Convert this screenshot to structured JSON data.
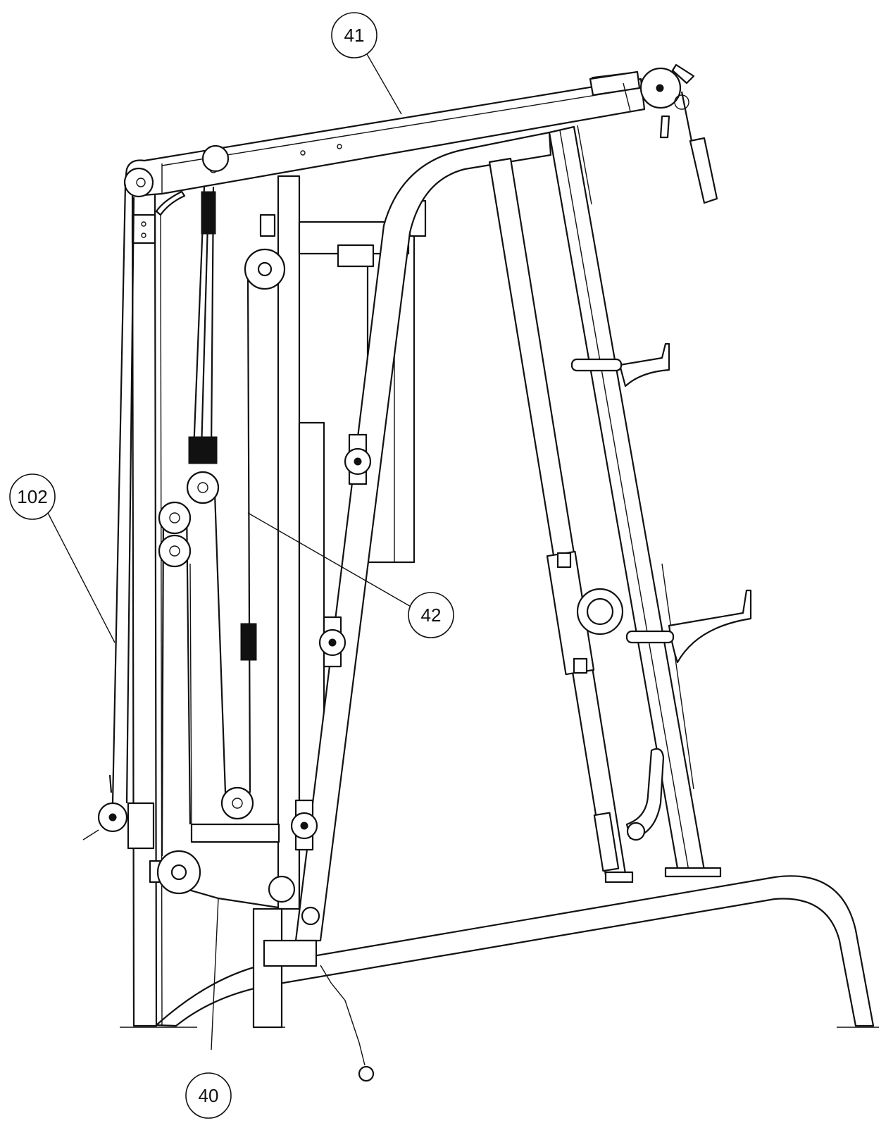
{
  "diagram": {
    "colors": {
      "line": "#111111",
      "background": "#ffffff"
    },
    "callouts": [
      {
        "id": "41",
        "label": "41",
        "part": "top-boom"
      },
      {
        "id": "102",
        "label": "102",
        "part": "cable-102"
      },
      {
        "id": "42",
        "label": "42",
        "part": "cable-42"
      },
      {
        "id": "40",
        "label": "40",
        "part": "cable-40"
      }
    ]
  }
}
